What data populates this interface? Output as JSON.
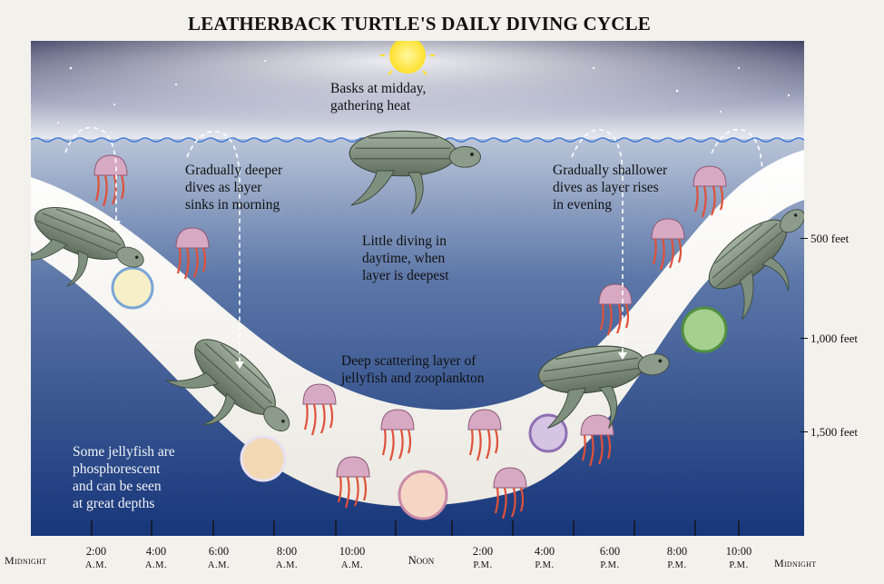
{
  "title": "LEATHERBACK TURTLE'S DAILY DIVING CYCLE",
  "annotations": {
    "midday": "Basks at midday,\ngathering heat",
    "morning": "Gradually deeper\ndives as layer\nsinks in morning",
    "evening": "Gradually shallower\ndives as layer rises\nin evening",
    "daytime": "Little diving in\ndaytime, when\nlayer is deepest",
    "layer": "Deep scattering layer of\njellyfish and zooplankton",
    "phosphor": "Some jellyfish are\nphosphorescent\nand can be seen\nat great depths"
  },
  "depth_scale": [
    "500 feet",
    "1,000 feet",
    "1,500 feet"
  ],
  "time_axis": {
    "start": "Midnight",
    "end": "Midnight",
    "ticks": [
      {
        "time": "2:00",
        "period": "A.M."
      },
      {
        "time": "4:00",
        "period": "A.M."
      },
      {
        "time": "6:00",
        "period": "A.M."
      },
      {
        "time": "8:00",
        "period": "A.M."
      },
      {
        "time": "10:00",
        "period": "A.M."
      },
      {
        "time": "Noon",
        "period": ""
      },
      {
        "time": "2:00",
        "period": "P.M."
      },
      {
        "time": "4:00",
        "period": "P.M."
      },
      {
        "time": "6:00",
        "period": "P.M."
      },
      {
        "time": "8:00",
        "period": "P.M."
      },
      {
        "time": "10:00",
        "period": "P.M."
      }
    ]
  },
  "colors": {
    "night_sky": "#2a2d4a",
    "sky_glow": "#e6e8f0",
    "sea_top": "#9fb0cc",
    "sea_deep": "#1a3a78",
    "band": "#f5f5f0",
    "sun": "#ffe84a",
    "turtle": "#8a9a88",
    "jelly_pink": "#d9a8c4",
    "jelly_red": "#e0503a"
  },
  "icons": [
    "sun-icon",
    "turtle-icon",
    "jellyfish-icon",
    "dive-arrow-icon",
    "star-icon"
  ]
}
